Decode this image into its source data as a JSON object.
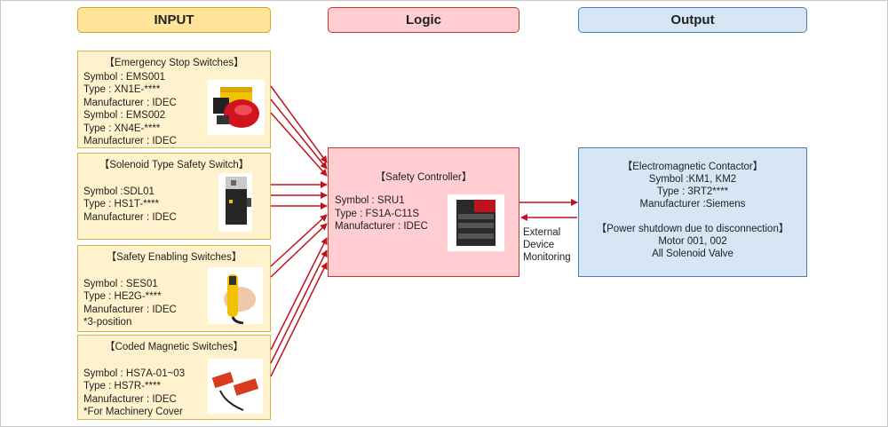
{
  "headers": {
    "input": "INPUT",
    "logic": "Logic",
    "output": "Output"
  },
  "inputs": [
    {
      "title": "【Emergency Stop Switches】",
      "lines": [
        "Symbol : EMS001",
        "Type : XN1E-****",
        "Manufacturer : IDEC",
        "Symbol : EMS002",
        "Type : XN4E-****",
        "Manufacturer : IDEC"
      ]
    },
    {
      "title": "【Solenoid Type Safety Switch】",
      "lines": [
        "Symbol :SDL01",
        "Type : HS1T-****",
        "Manufacturer : IDEC"
      ]
    },
    {
      "title": "【Safety Enabling Switches】",
      "lines": [
        "Symbol : SES01",
        "Type : HE2G-****",
        "Manufacturer : IDEC",
        "*3-position"
      ]
    },
    {
      "title": "【Coded Magnetic Switches】",
      "lines": [
        "Symbol : HS7A-01~03",
        "Type : HS7R-****",
        "Manufacturer : IDEC",
        "*For Machinery Cover"
      ]
    }
  ],
  "logic": {
    "title": "【Safety Controller】",
    "lines": [
      "Symbol : SRU1",
      "Type : FS1A-C11S",
      "Manufacturer : IDEC"
    ]
  },
  "output": {
    "title": "【Electromagnetic Contactor】",
    "lines": [
      "Symbol :KM1, KM2",
      "Type : 3RT2****",
      "Manufacturer :Siemens"
    ],
    "title2": "【Power shutdown due to disconnection】",
    "lines2": [
      "Motor 001, 002",
      "All Solenoid Valve"
    ]
  },
  "feedback": {
    "lines": [
      "External",
      "Device",
      "Monitoring"
    ]
  },
  "colors": {
    "arrow": "#c0121e",
    "input_fill": "#fff2cc",
    "logic_fill": "#ffcdd2",
    "output_fill": "#d6e6f5"
  }
}
